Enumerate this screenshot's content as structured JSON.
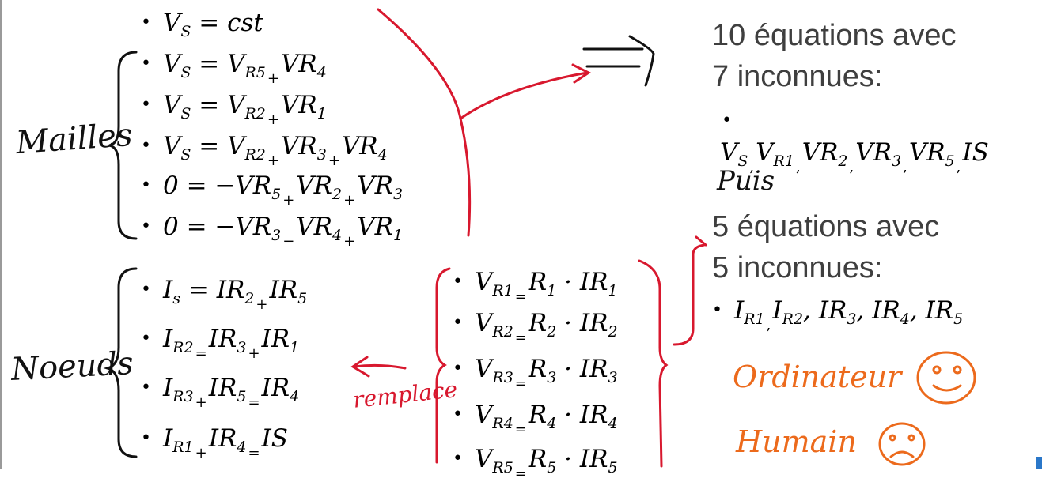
{
  "colors": {
    "ink_black": "#111111",
    "ink_red": "#d8182e",
    "ink_orange": "#ec6a1c",
    "text_gray": "#3f3f3f",
    "accent_blue": "#2a77c9"
  },
  "left_equations": [
    {
      "bullet": "•",
      "parts": [
        {
          "t": "V"
        },
        {
          "s": "S"
        },
        {
          "t": " = cst"
        }
      ]
    },
    {
      "bullet": "•",
      "parts": [
        {
          "t": "V"
        },
        {
          "s": "S"
        },
        {
          "t": " = V"
        },
        {
          "s": "R5"
        },
        {
          "o": "+"
        },
        {
          "t": "VR"
        },
        {
          "s": "4"
        }
      ]
    },
    {
      "bullet": "•",
      "parts": [
        {
          "t": "V"
        },
        {
          "s": "S"
        },
        {
          "t": " = V"
        },
        {
          "s": "R2"
        },
        {
          "o": "+"
        },
        {
          "t": "VR"
        },
        {
          "s": "1"
        }
      ]
    },
    {
      "bullet": "•",
      "parts": [
        {
          "t": "V"
        },
        {
          "s": "S"
        },
        {
          "t": " = V"
        },
        {
          "s": "R2"
        },
        {
          "o": "+"
        },
        {
          "t": "VR"
        },
        {
          "s": "3"
        },
        {
          "o": "+"
        },
        {
          "t": "VR"
        },
        {
          "s": "4"
        }
      ]
    },
    {
      "bullet": "•",
      "parts": [
        {
          "t": "0 = −VR"
        },
        {
          "s": "5"
        },
        {
          "o": "+"
        },
        {
          "t": "VR"
        },
        {
          "s": "2"
        },
        {
          "o": "+"
        },
        {
          "t": "VR"
        },
        {
          "s": "3"
        }
      ]
    },
    {
      "bullet": "•",
      "parts": [
        {
          "t": "0 = −VR"
        },
        {
          "s": "3"
        },
        {
          "o": "−"
        },
        {
          "t": "VR"
        },
        {
          "s": "4"
        },
        {
          "o": "+"
        },
        {
          "t": "VR"
        },
        {
          "s": "1"
        }
      ]
    },
    {
      "bullet": "•",
      "parts": [
        {
          "t": "I"
        },
        {
          "s": "s"
        },
        {
          "t": " = IR"
        },
        {
          "s": "2"
        },
        {
          "o": "+"
        },
        {
          "t": "IR"
        },
        {
          "s": "5"
        }
      ]
    },
    {
      "bullet": "•",
      "parts": [
        {
          "t": "I"
        },
        {
          "s": "R2"
        },
        {
          "o": "="
        },
        {
          "t": "IR"
        },
        {
          "s": "3"
        },
        {
          "o": "+"
        },
        {
          "t": "IR"
        },
        {
          "s": "1"
        }
      ]
    },
    {
      "bullet": "•",
      "parts": [
        {
          "t": "I"
        },
        {
          "s": "R3"
        },
        {
          "o": "+"
        },
        {
          "t": "IR"
        },
        {
          "s": "5"
        },
        {
          "o": "="
        },
        {
          "t": "IR"
        },
        {
          "s": "4"
        }
      ]
    },
    {
      "bullet": "•",
      "parts": [
        {
          "t": "I"
        },
        {
          "s": "R1"
        },
        {
          "o": "+"
        },
        {
          "t": "IR"
        },
        {
          "s": "4"
        },
        {
          "o": "="
        },
        {
          "t": "IS"
        }
      ]
    }
  ],
  "ohm_equations": [
    {
      "bullet": "•",
      "parts": [
        {
          "t": "V"
        },
        {
          "s": "R1"
        },
        {
          "o": "="
        },
        {
          "t": "R"
        },
        {
          "s": "1"
        },
        {
          "t": " · IR"
        },
        {
          "s": "1"
        }
      ]
    },
    {
      "bullet": "•",
      "parts": [
        {
          "t": "V"
        },
        {
          "s": "R2"
        },
        {
          "o": "="
        },
        {
          "t": "R"
        },
        {
          "s": "2"
        },
        {
          "t": " · IR"
        },
        {
          "s": "2"
        }
      ]
    },
    {
      "bullet": "•",
      "parts": [
        {
          "t": "V"
        },
        {
          "s": "R3"
        },
        {
          "o": "="
        },
        {
          "t": "R"
        },
        {
          "s": "3"
        },
        {
          "t": " · IR"
        },
        {
          "s": "3"
        }
      ]
    },
    {
      "bullet": "•",
      "parts": [
        {
          "t": "V"
        },
        {
          "s": "R4"
        },
        {
          "o": "="
        },
        {
          "t": "R"
        },
        {
          "s": "4"
        },
        {
          "t": " · IR"
        },
        {
          "s": "4"
        }
      ]
    },
    {
      "bullet": "•",
      "parts": [
        {
          "t": "V"
        },
        {
          "s": "R5"
        },
        {
          "o": "="
        },
        {
          "t": "R"
        },
        {
          "s": "5"
        },
        {
          "t": " · IR"
        },
        {
          "s": "5"
        }
      ]
    }
  ],
  "right_text": {
    "line1": "10 équations avec",
    "line2": "7 inconnues:",
    "bullet_empty": "•",
    "unknowns_v": [
      {
        "t": "V"
      },
      {
        "s": "S"
      },
      {
        "o": ","
      },
      {
        "t": "V"
      },
      {
        "s": "R1"
      },
      {
        "o": ","
      },
      {
        "t": "VR"
      },
      {
        "s": "2"
      },
      {
        "o": ","
      },
      {
        "t": "VR"
      },
      {
        "s": "3"
      },
      {
        "o": ","
      },
      {
        "t": "VR"
      },
      {
        "s": "5"
      },
      {
        "o": ","
      },
      {
        "t": "IS"
      }
    ],
    "line3": "5 équations avec",
    "line4": "5 inconnues:",
    "unknowns_i": [
      {
        "t": "I"
      },
      {
        "s": "R1"
      },
      {
        "o": ","
      },
      {
        "t": "I"
      },
      {
        "s": "R2"
      },
      {
        "t": ", IR"
      },
      {
        "s": "3"
      },
      {
        "t": ", IR"
      },
      {
        "s": "4"
      },
      {
        "t": ", IR"
      },
      {
        "s": "5"
      }
    ]
  },
  "handwriting": {
    "mailles": "Mailles",
    "noeuds": "Noeuds",
    "remplace": "remplace",
    "puis": "Puis",
    "ordinateur": "Ordinateur",
    "humain": "Humain"
  }
}
